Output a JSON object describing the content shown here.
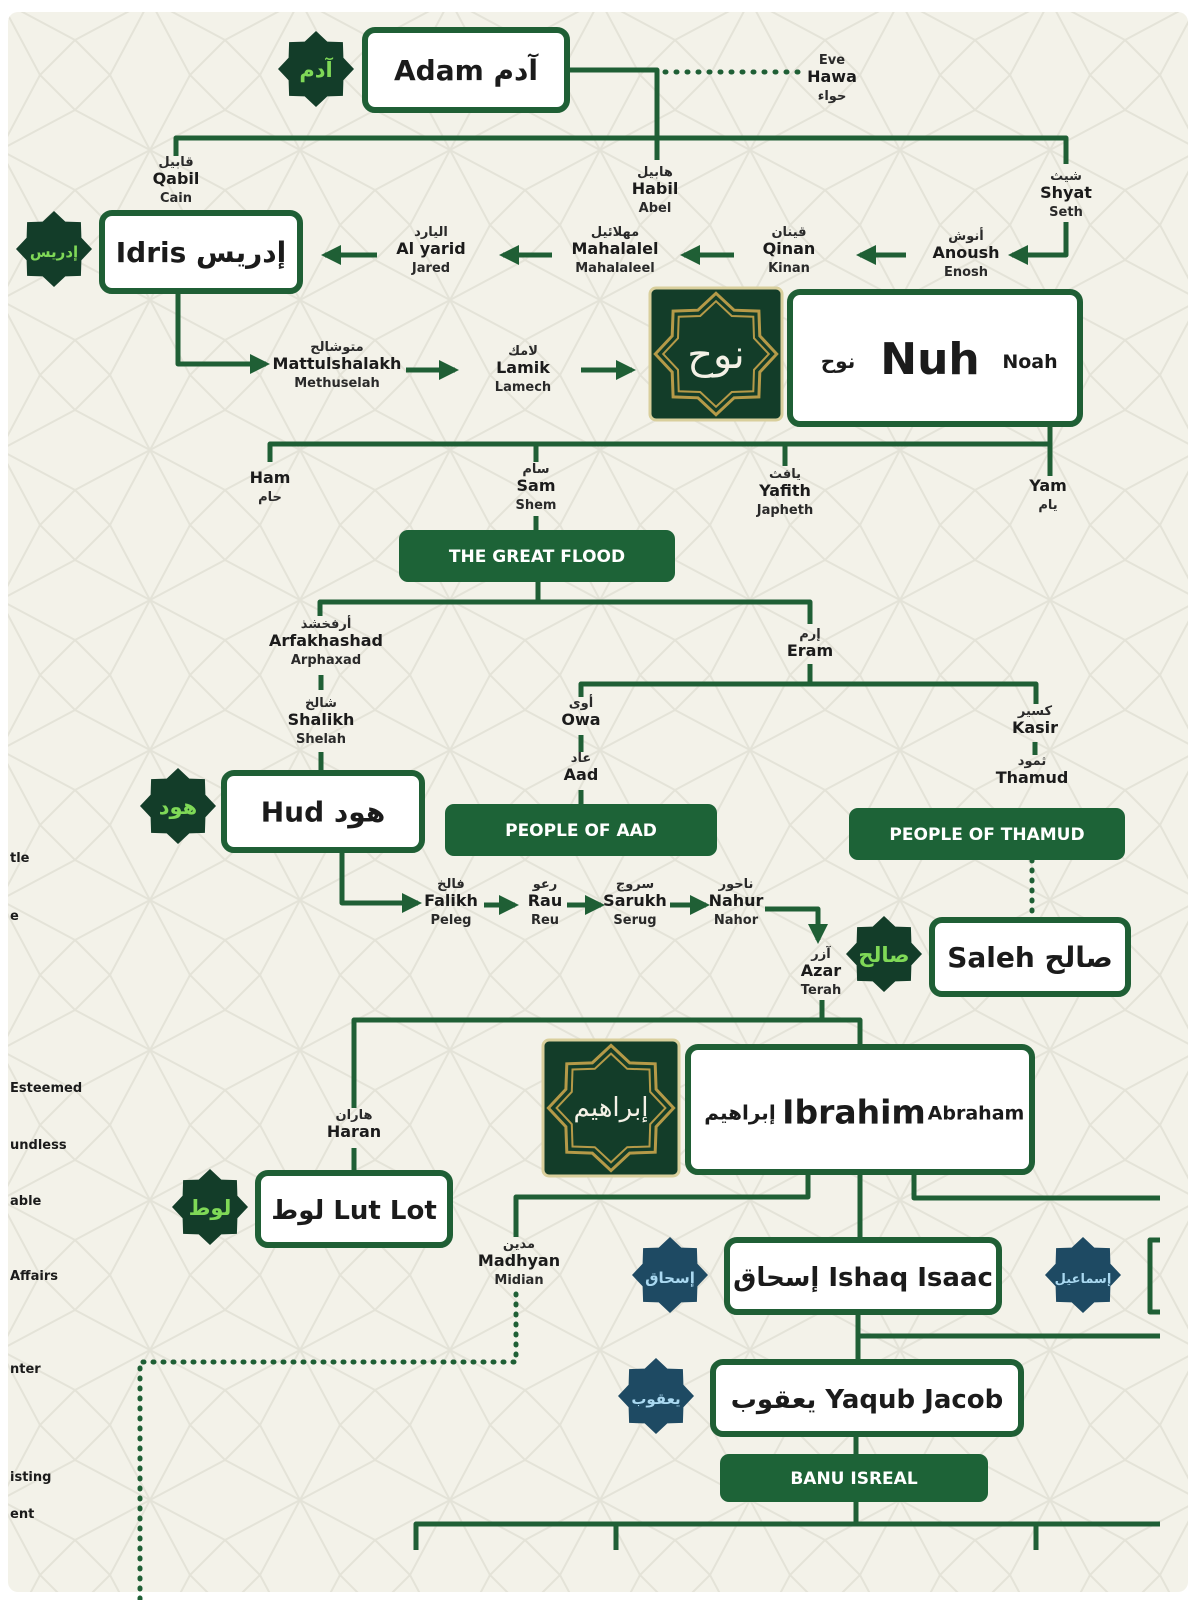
{
  "colors": {
    "background": "#f3f2e9",
    "pattern": "#e4e3d8",
    "green": "#1f5f35",
    "dark_tile": "#133d29",
    "teal_star": "#1e4a63",
    "star_text": "#7fd957",
    "star_text_teal": "#a9d8f0",
    "tile_gold": "#b59a48",
    "text_dark": "#1a1a1a"
  },
  "chart_data": {
    "type": "table",
    "title": "",
    "nodes": [
      {
        "id": "adam",
        "en": "Adam",
        "ar": "آدم",
        "star": "آدم"
      },
      {
        "id": "eve",
        "lines": [
          "Eve",
          "Hawa",
          "حواء"
        ]
      },
      {
        "id": "qabil",
        "lines": [
          "قابيل",
          "Qabil",
          "Cain"
        ]
      },
      {
        "id": "habil",
        "lines": [
          "هابيل",
          "Habil",
          "Abel"
        ]
      },
      {
        "id": "shyat",
        "lines": [
          "شيث",
          "Shyat",
          "Seth"
        ]
      },
      {
        "id": "idris",
        "en": "Idris",
        "ar": "إدريس",
        "star": "إدريس"
      },
      {
        "id": "alyarid",
        "lines": [
          "اليارد",
          "Al yarid",
          "Jared"
        ]
      },
      {
        "id": "mahalalel",
        "lines": [
          "مهلائيل",
          "Mahalalel",
          "Mahalaleel"
        ]
      },
      {
        "id": "qinan",
        "lines": [
          "قينان",
          "Qinan",
          "Kinan"
        ]
      },
      {
        "id": "anoush",
        "lines": [
          "أنوش",
          "Anoush",
          "Enosh"
        ]
      },
      {
        "id": "mattulshalakh",
        "lines": [
          "متوشالح",
          "Mattulshalakh",
          "Methuselah"
        ]
      },
      {
        "id": "lamik",
        "lines": [
          "لامك",
          "Lamik",
          "Lamech"
        ]
      },
      {
        "id": "nuh",
        "en": "Nuh",
        "ar": "نوح",
        "alt": "Noah",
        "tile": "نوح"
      },
      {
        "id": "ham",
        "lines": [
          "Ham",
          "حام"
        ]
      },
      {
        "id": "sam",
        "lines": [
          "سام",
          "Sam",
          "Shem"
        ]
      },
      {
        "id": "yafith",
        "lines": [
          "يافث",
          "Yafith",
          "Japheth"
        ]
      },
      {
        "id": "yam",
        "lines": [
          "Yam",
          "يام"
        ]
      },
      {
        "id": "flood",
        "banner": "THE GREAT FLOOD"
      },
      {
        "id": "arfakhashad",
        "lines": [
          "أرفخشذ",
          "Arfakhashad",
          "Arphaxad"
        ]
      },
      {
        "id": "eram",
        "lines": [
          "إرم",
          "Eram"
        ]
      },
      {
        "id": "shalikh",
        "lines": [
          "شالخ",
          "Shalikh",
          "Shelah"
        ]
      },
      {
        "id": "owa",
        "lines": [
          "أوى",
          "Owa"
        ]
      },
      {
        "id": "aad",
        "lines": [
          "عاد",
          "Aad"
        ]
      },
      {
        "id": "kasir",
        "lines": [
          "كسير",
          "Kasir"
        ]
      },
      {
        "id": "thamud",
        "lines": [
          "ثمود",
          "Thamud"
        ]
      },
      {
        "id": "hud",
        "en": "Hud",
        "ar": "هود",
        "star": "هود"
      },
      {
        "id": "people_aad",
        "banner": "PEOPLE OF AAD"
      },
      {
        "id": "people_thamud",
        "banner": "PEOPLE OF THAMUD"
      },
      {
        "id": "falikh",
        "lines": [
          "فالخ",
          "Falikh",
          "Peleg"
        ]
      },
      {
        "id": "rau",
        "lines": [
          "رعو",
          "Rau",
          "Reu"
        ]
      },
      {
        "id": "sarukh",
        "lines": [
          "سروج",
          "Sarukh",
          "Serug"
        ]
      },
      {
        "id": "nahur",
        "lines": [
          "ناحور",
          "Nahur",
          "Nahor"
        ]
      },
      {
        "id": "saleh",
        "en": "Saleh",
        "ar": "صالح",
        "star": "صالح"
      },
      {
        "id": "azar",
        "lines": [
          "آزر",
          "Azar",
          "Terah"
        ]
      },
      {
        "id": "haran",
        "lines": [
          "هاران",
          "Haran"
        ]
      },
      {
        "id": "ibrahim",
        "en": "Ibrahim",
        "ar": "إبراهيم",
        "alt": "Abraham",
        "tile": "إبراهيم"
      },
      {
        "id": "lut",
        "en": "Lut",
        "ar": "لوط",
        "alt": "Lot",
        "star": "لوط"
      },
      {
        "id": "madhyan",
        "lines": [
          "مدين",
          "Madhyan",
          "Midian"
        ]
      },
      {
        "id": "ishaq",
        "en": "Ishaq",
        "ar": "إسحاق",
        "alt": "Isaac",
        "star": "إسحاق"
      },
      {
        "id": "ismail",
        "star": "إسماعيل"
      },
      {
        "id": "yaqub",
        "en": "Yaqub",
        "ar": "يعقوب",
        "alt": "Jacob",
        "star": "يعقوب"
      },
      {
        "id": "banu_isreal",
        "banner": "BANU ISREAL"
      }
    ],
    "links": [
      [
        "adam",
        "eve",
        "spouse"
      ],
      [
        "adam",
        "qabil"
      ],
      [
        "adam",
        "habil"
      ],
      [
        "adam",
        "shyat"
      ],
      [
        "shyat",
        "anoush"
      ],
      [
        "anoush",
        "qinan"
      ],
      [
        "qinan",
        "mahalalel"
      ],
      [
        "mahalalel",
        "alyarid"
      ],
      [
        "alyarid",
        "idris"
      ],
      [
        "idris",
        "mattulshalakh"
      ],
      [
        "mattulshalakh",
        "lamik"
      ],
      [
        "lamik",
        "nuh"
      ],
      [
        "nuh",
        "ham"
      ],
      [
        "nuh",
        "sam"
      ],
      [
        "nuh",
        "yafith"
      ],
      [
        "nuh",
        "yam"
      ],
      [
        "sam",
        "flood"
      ],
      [
        "flood",
        "arfakhashad"
      ],
      [
        "flood",
        "eram"
      ],
      [
        "arfakhashad",
        "shalikh"
      ],
      [
        "shalikh",
        "hud"
      ],
      [
        "eram",
        "owa"
      ],
      [
        "owa",
        "aad"
      ],
      [
        "aad",
        "people_aad"
      ],
      [
        "eram",
        "kasir"
      ],
      [
        "kasir",
        "thamud"
      ],
      [
        "thamud",
        "people_thamud"
      ],
      [
        "people_thamud",
        "saleh",
        "dotted"
      ],
      [
        "hud",
        "falikh"
      ],
      [
        "falikh",
        "rau"
      ],
      [
        "rau",
        "sarukh"
      ],
      [
        "sarukh",
        "nahur"
      ],
      [
        "nahur",
        "azar"
      ],
      [
        "azar",
        "haran"
      ],
      [
        "azar",
        "ibrahim"
      ],
      [
        "haran",
        "lut"
      ],
      [
        "ibrahim",
        "madhyan"
      ],
      [
        "ibrahim",
        "ishaq"
      ],
      [
        "ibrahim",
        "ismail"
      ],
      [
        "ishaq",
        "yaqub"
      ],
      [
        "yaqub",
        "banu_isreal"
      ]
    ]
  },
  "sidebar_fragments": [
    "tle",
    "e",
    "Esteemed",
    "undless",
    "able",
    "Affairs",
    "nter",
    "isting",
    "ent"
  ]
}
